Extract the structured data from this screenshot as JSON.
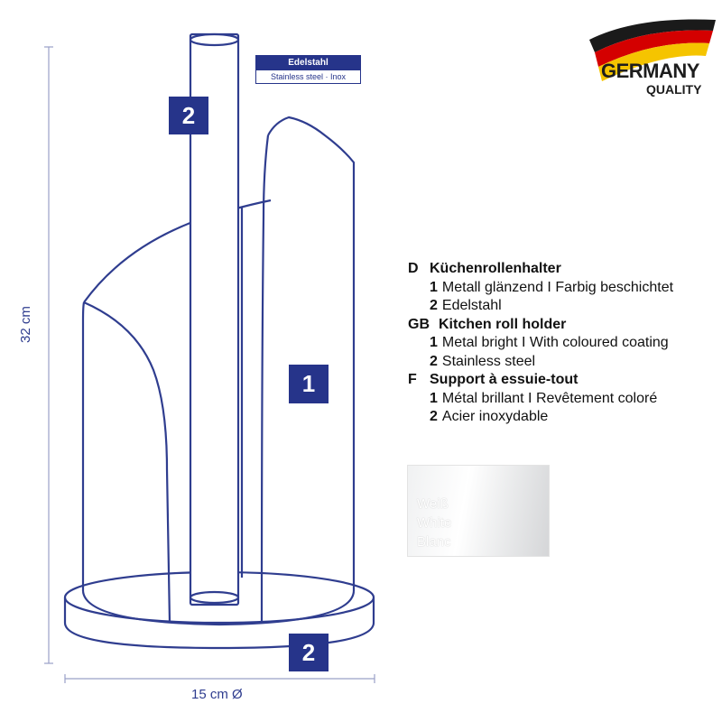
{
  "dimensions": {
    "height_label": "32 cm",
    "width_label": "15 cm Ø"
  },
  "callouts": {
    "pole": "2",
    "body": "1",
    "base": "2"
  },
  "material_tag": {
    "title": "Edelstahl",
    "subtitle": "Stainless steel · Inox"
  },
  "badge": {
    "line1": "GERMANY",
    "line2": "QUALITY",
    "flag_colors": [
      "#1a1a1a",
      "#d40000",
      "#f5c400"
    ]
  },
  "legend": [
    {
      "code": "D",
      "title": "Küchenrollenhalter",
      "items": [
        {
          "num": "1",
          "text": "Metall glänzend I Farbig beschichtet"
        },
        {
          "num": "2",
          "text": "Edelstahl"
        }
      ]
    },
    {
      "code": "GB",
      "title": "Kitchen roll holder",
      "items": [
        {
          "num": "1",
          "text": "Metal bright I With coloured coating"
        },
        {
          "num": "2",
          "text": "Stainless steel"
        }
      ]
    },
    {
      "code": "F",
      "title": "Support à essuie-tout",
      "items": [
        {
          "num": "1",
          "text": "Métal brillant I Revêtement coloré"
        },
        {
          "num": "2",
          "text": "Acier inoxydable"
        }
      ]
    }
  ],
  "swatch": {
    "labels": [
      "Weiß",
      "White",
      "Blanc"
    ]
  },
  "colors": {
    "outline": "#2f3d8f",
    "callout_fill": "#26348a",
    "dimension_line": "#9aa0c8"
  }
}
